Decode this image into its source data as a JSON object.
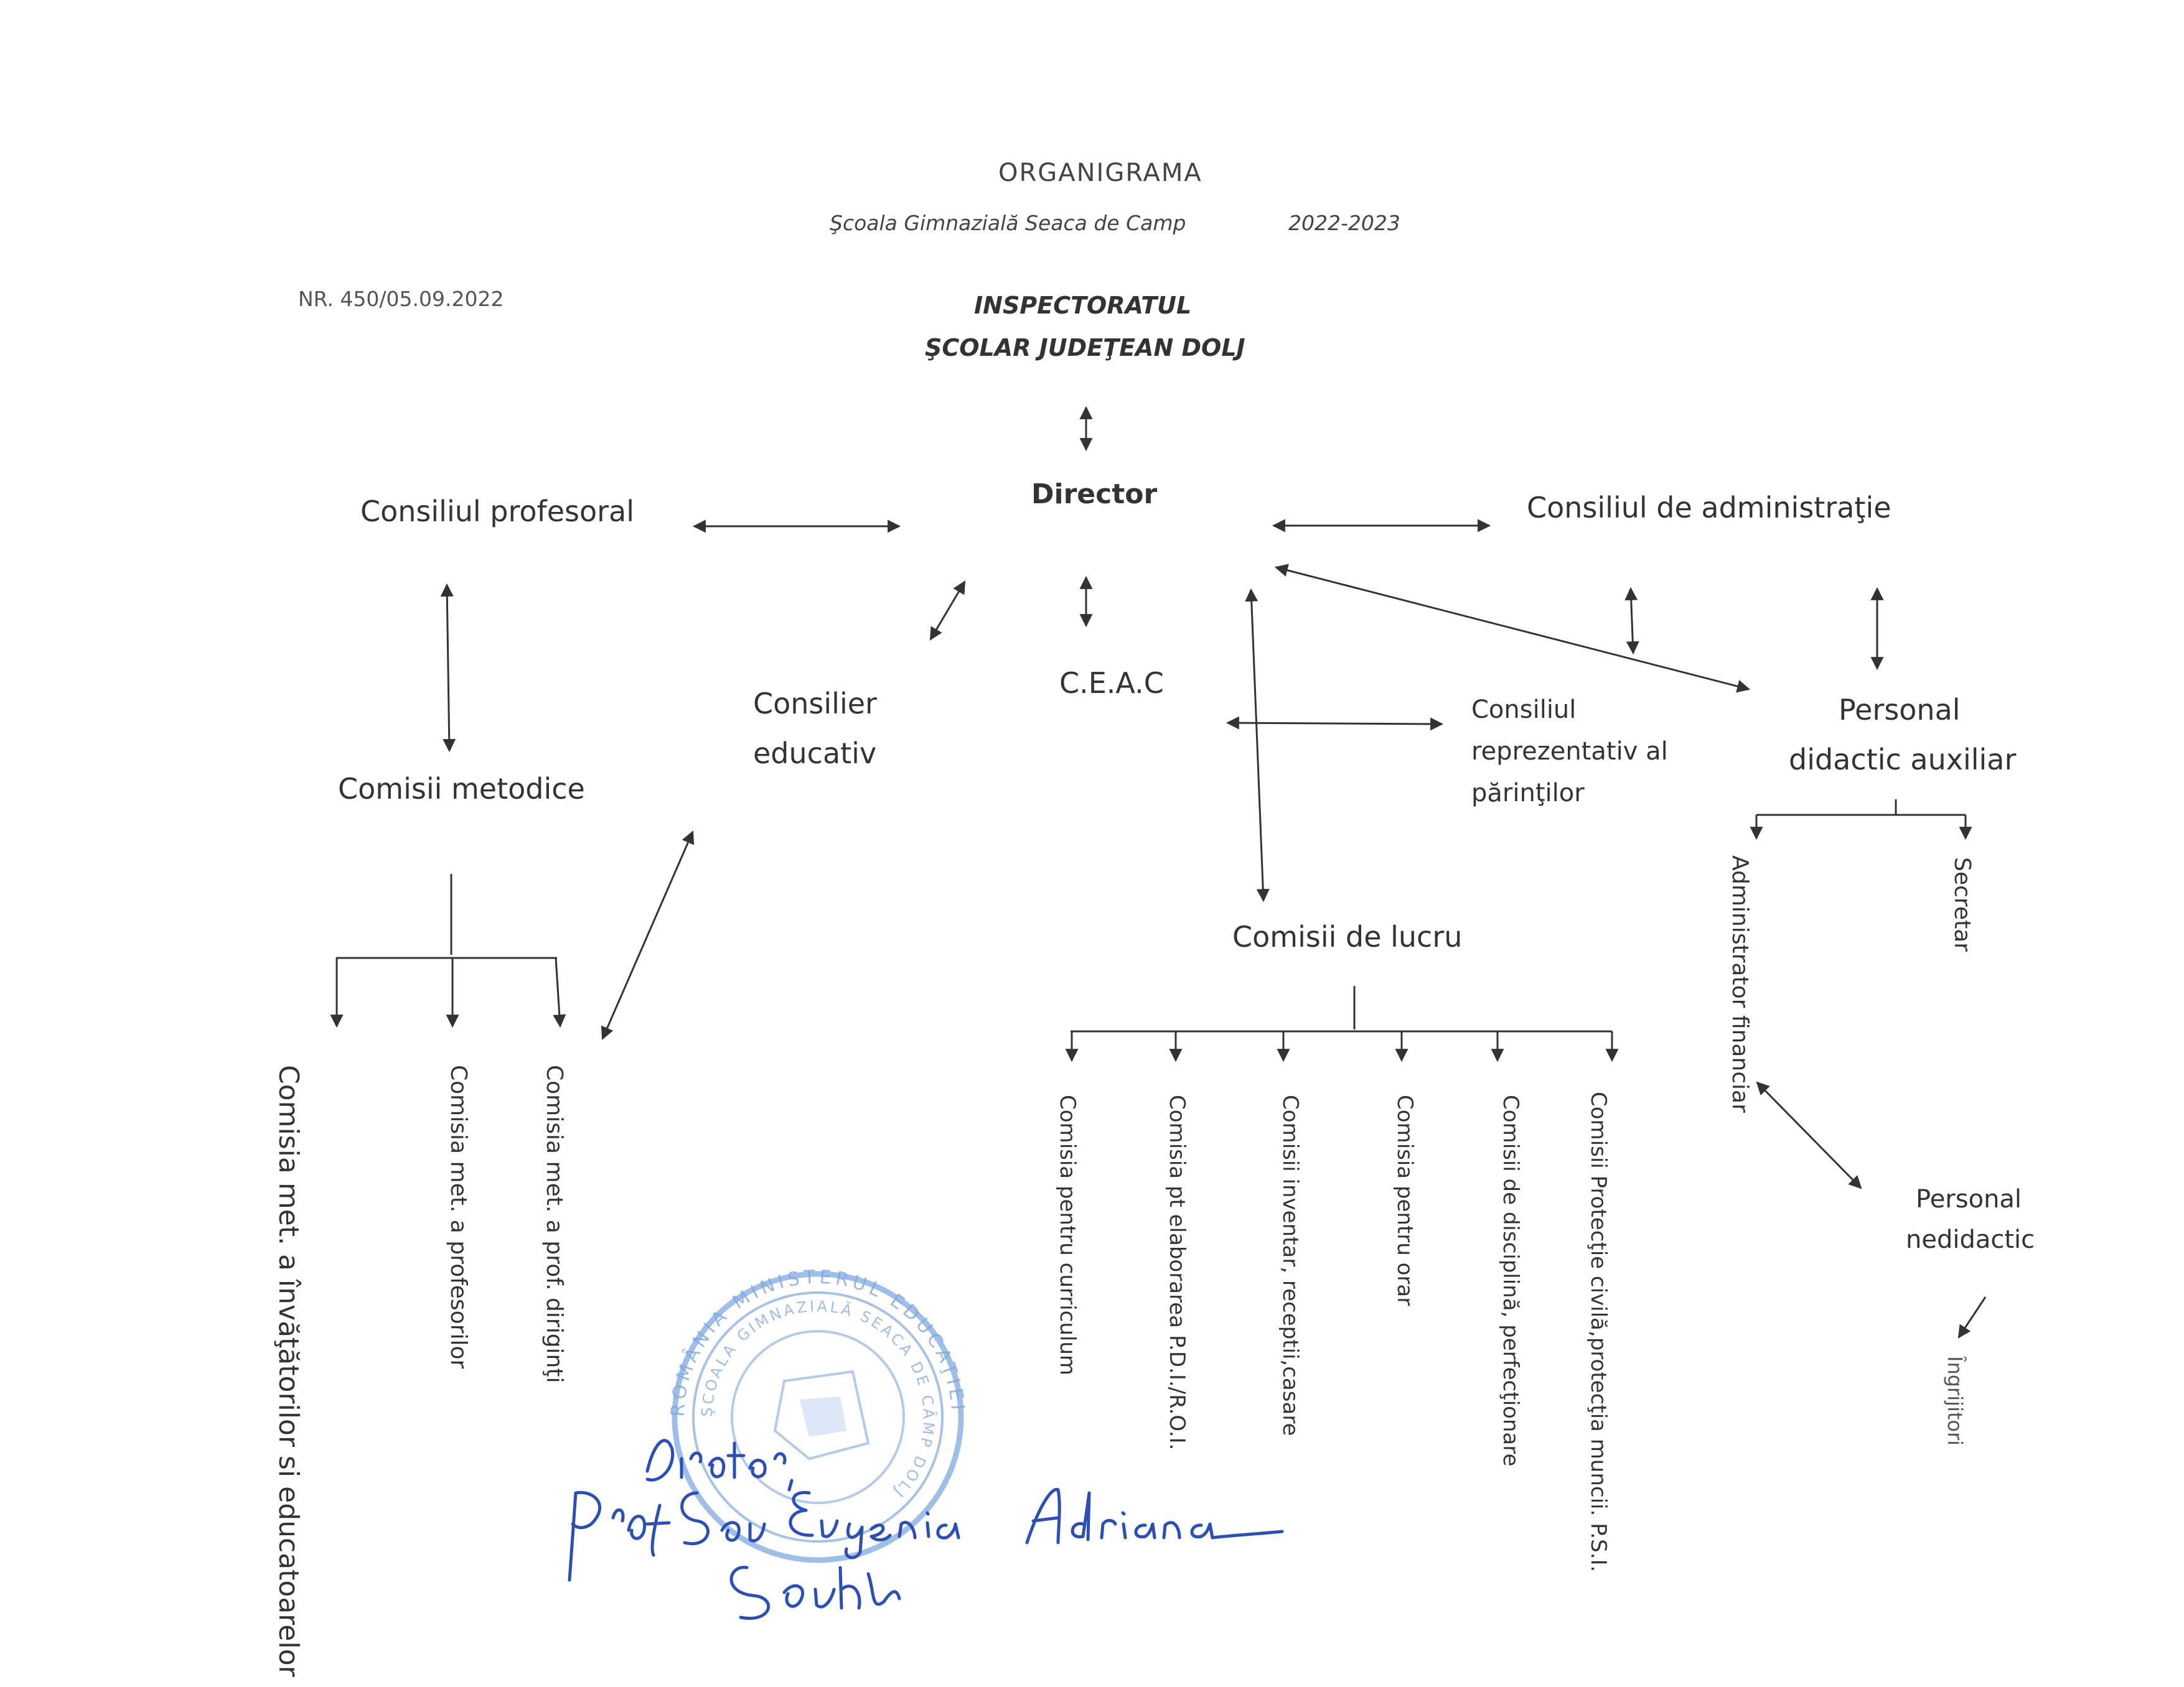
{
  "header": {
    "title": "ORGANIGRAMA",
    "school": "Şcoala Gimnazială Seaca de Camp",
    "year": "2022-2023",
    "number": "NR. 450/05.09.2022",
    "inspectorate_line1": "INSPECTORATUL",
    "inspectorate_line2": "ŞCOLAR JUDEŢEAN DOLJ"
  },
  "nodes": {
    "director": "Director",
    "consiliul_profesoral": "Consiliul profesoral",
    "consiliul_administratie": "Consiliul  de administraţie",
    "consilier_line1": "Consilier",
    "consilier_line2": "educativ",
    "ceac": "C.E.A.C",
    "parinti_line1": "Consiliul",
    "parinti_line2": "reprezentativ al",
    "parinti_line3": "părinţilor",
    "personal_didactic_line1": "Personal",
    "personal_didactic_line2": "didactic auxiliar",
    "comisii_metodice": "Comisii metodice",
    "comisii_lucru": "Comisii de lucru",
    "personal_nedidactic_line1": "Personal",
    "personal_nedidactic_line2": "nedidactic"
  },
  "auxiliar_children": {
    "administrator_line1": "Administrator",
    "administrator_line2": "financiar",
    "secretar": "Secretar"
  },
  "metodice_children": [
    {
      "line1": "Comisia met. a  învăţătorilor",
      "line2": "si educatoarelor"
    },
    {
      "line1": "Comisia met.  a profesorilor"
    },
    {
      "line1": "Comisia met. a prof. diriginţi"
    }
  ],
  "lucru_children": [
    {
      "line1": "Comisia pentru curriculum"
    },
    {
      "line1": "Comisia pt elaborarea P.D.I./R.O.I."
    },
    {
      "line1": "Comisii inventar, receptii,casare"
    },
    {
      "line1": "Comisia pentru orar"
    },
    {
      "line1": "Comisii de disciplină, perfecţionare"
    },
    {
      "line1": "Comisii Protecţie civilă,protecţia",
      "line2": "muncii. P.S.I."
    }
  ],
  "nedidactic_children": {
    "ingrijitori": "Îngrijitori"
  },
  "signature": {
    "line1": "Director,",
    "line2": "Prof. Sau Eugenia  Adriana",
    "sign": "Sauh"
  },
  "stamp": {
    "outer_text": "ROMÂNIA  MINISTERUL EDUCAŢIEI",
    "inner_text": "ŞCOALA GIMNAZIALĂ SEACA DE CÂMP  DOLJ"
  },
  "colors": {
    "text": "#333333",
    "ink_blue": "#2b4fb5",
    "stamp_blue": "#7fa8e0"
  }
}
